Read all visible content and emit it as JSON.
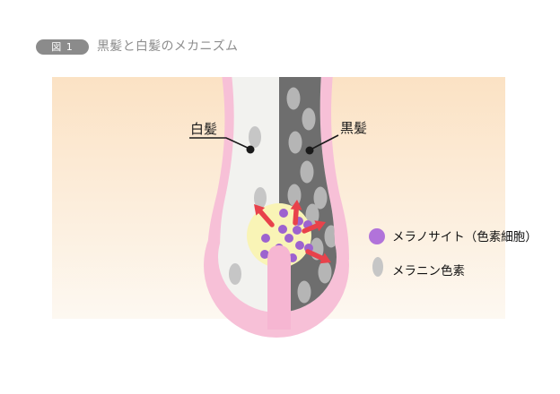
{
  "header": {
    "badge_label": "図 1",
    "title": "黒髪と白髪のメカニズム",
    "badge_bg": "#8b8b8b",
    "badge_text_color": "#ffffff",
    "title_color": "#8d8d8d"
  },
  "figure": {
    "labels": {
      "white_hair": "白髪",
      "black_hair": "黒髪"
    },
    "legend": [
      {
        "id": "melanocyte",
        "label": "メラノサイト（色素細胞）"
      },
      {
        "id": "melanin",
        "label": "メラニン色素"
      }
    ],
    "colors": {
      "panel_top": "#fbe2c4",
      "panel_bottom": "#fdf8f1",
      "follicle_pink": "#f7c0d7",
      "papilla_pink": "#f6b6d2",
      "white_hair_fill": "#f2f2ef",
      "black_hair_fill": "#6e6e6e",
      "melanin_gray": "#b5b5b5",
      "melanin_gray_light": "#c6c6c6",
      "melanocyte_purple": "#9d63cf",
      "melanocyte_purple_legend": "#b173da",
      "melanocyte_zone_yellow": "#f9f4b6",
      "arrow_red": "#e8424b",
      "label_line": "#1a1a1a",
      "label_text": "#1a1a1a",
      "legend_text": "#111111"
    },
    "melanin_white_side": [
      [
        284,
        153
      ],
      [
        290,
        221
      ],
      [
        262,
        306
      ]
    ],
    "melanin_black_side": [
      [
        327,
        110
      ],
      [
        344,
        133
      ],
      [
        329,
        159
      ],
      [
        342,
        192
      ],
      [
        328,
        218
      ],
      [
        357,
        221
      ],
      [
        348,
        240
      ],
      [
        369,
        264
      ],
      [
        353,
        278
      ],
      [
        362,
        304
      ],
      [
        339,
        326
      ]
    ],
    "melanocytes": [
      [
        316,
        238
      ],
      [
        333,
        247
      ],
      [
        315,
        256
      ],
      [
        331,
        257
      ],
      [
        343,
        251
      ],
      [
        322,
        266
      ],
      [
        296,
        266
      ],
      [
        334,
        274
      ],
      [
        344,
        277
      ],
      [
        295,
        284
      ],
      [
        311,
        277
      ],
      [
        326,
        288
      ]
    ],
    "arrows": [
      {
        "from": [
          303,
          251
        ],
        "to": [
          283,
          228
        ]
      },
      {
        "from": [
          329,
          249
        ],
        "to": [
          331,
          223
        ]
      },
      {
        "from": [
          339,
          258
        ],
        "to": [
          363,
          248
        ]
      },
      {
        "from": [
          343,
          281
        ],
        "to": [
          369,
          293
        ]
      }
    ]
  }
}
